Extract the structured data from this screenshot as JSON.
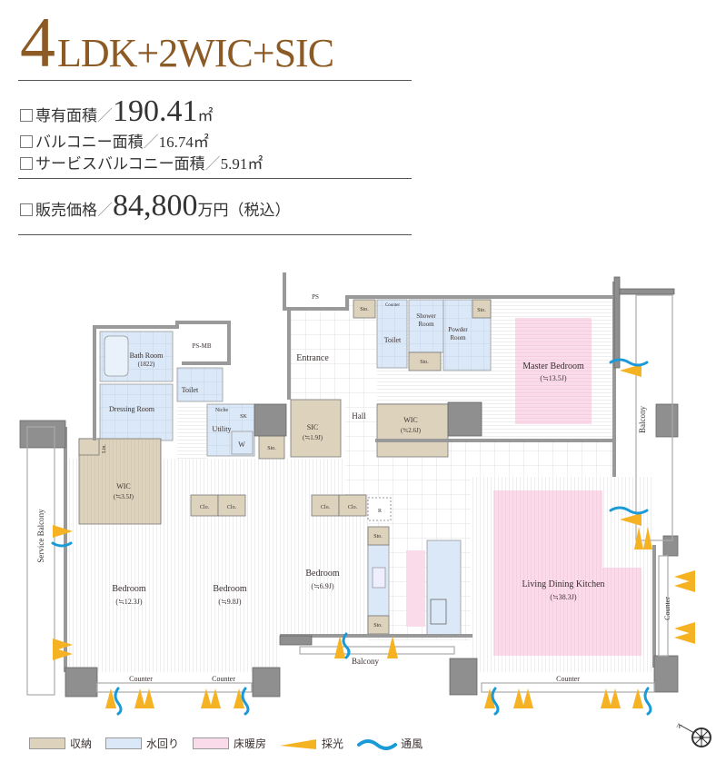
{
  "header": {
    "type_number": "4",
    "type_rest": "LDK+2WIC+SIC",
    "exclusive_area_label": "専有面積",
    "exclusive_area_value": "190.41",
    "area_unit": "㎡",
    "balcony_area_label": "バルコニー面積",
    "balcony_area_value": "16.74",
    "service_balcony_area_label": "サービスバルコニー面積",
    "service_balcony_area_value": "5.91",
    "price_label": "販売価格",
    "price_value": "84,800",
    "price_unit": "万円（税込）",
    "separator": "／"
  },
  "floor_plan": {
    "rooms": {
      "ps": "PS",
      "ps_mb": "PS-MB",
      "bath_room": "Bath Room",
      "bath_size": "(1822)",
      "toilet_1": "Toilet",
      "dressing_room": "Dressing Room",
      "niche": "Niche",
      "sk": "SK",
      "utility": "Utility",
      "w": "W",
      "lin": "Lin.",
      "entrance": "Entrance",
      "hall": "Hall",
      "sic": "SIC",
      "sic_size": "(≒1.9J)",
      "wic_1": "WIC",
      "wic_1_size": "(≒3.5J)",
      "wic_2": "WIC",
      "wic_2_size": "(≒2.6J)",
      "counter_small": "Counter",
      "toilet_2": "Toilet",
      "shower_room": "Shower Room",
      "powder_room": "Powder Room",
      "master_bedroom": "Master Bedroom",
      "master_bedroom_size": "(≒13.5J)",
      "service_balcony": "Service Balcony",
      "balcony_right": "Balcony",
      "balcony_bottom": "Balcony",
      "bedroom_1": "Bedroom",
      "bedroom_1_size": "(≒12.3J)",
      "bedroom_2": "Bedroom",
      "bedroom_2_size": "(≒9.8J)",
      "bedroom_3": "Bedroom",
      "bedroom_3_size": "(≒6.9J)",
      "ldk": "Living Dining Kitchen",
      "ldk_size": "(≒38.3J)",
      "clo": "Clo.",
      "sto": "Sto.",
      "r": "R",
      "counter": "Counter"
    },
    "compass_label": "N"
  },
  "legend": [
    {
      "label": "収納",
      "color": "#ddd3bd"
    },
    {
      "label": "水回り",
      "color": "#dbe8f7"
    },
    {
      "label": "床暖房",
      "color": "#f9dbe9"
    },
    {
      "label": "採光",
      "color": "#f5b223"
    },
    {
      "label": "通風",
      "color": "#1a9bd8"
    }
  ],
  "colors": {
    "title": "#8c5a24",
    "wall": "#8f8f8f",
    "storage": "#ddd3bd",
    "water": "#dbe8f7",
    "floor_heating": "#f9dbe9",
    "light": "#f5b223",
    "wind": "#1a9bd8"
  }
}
